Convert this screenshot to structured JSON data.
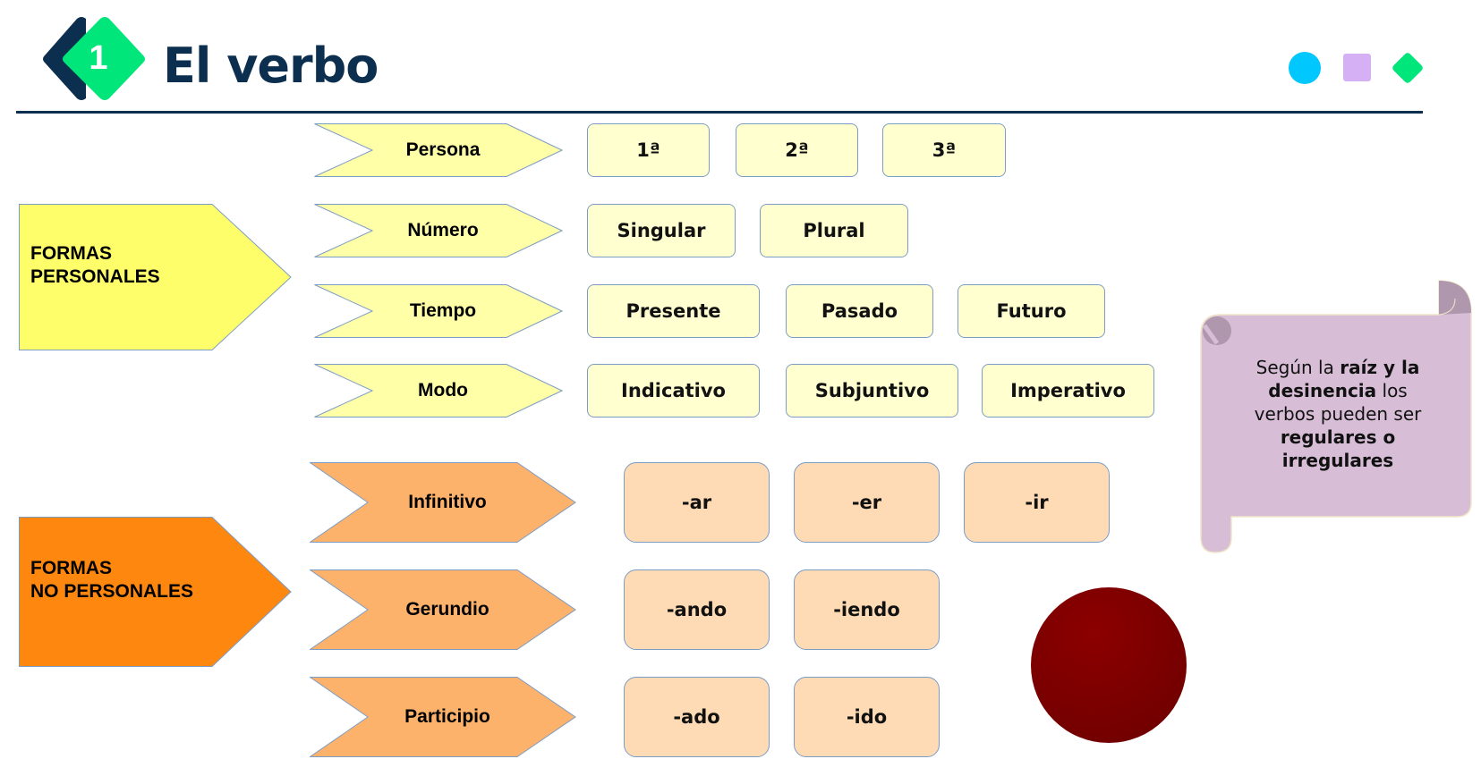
{
  "header": {
    "number": "1",
    "title": "El verbo"
  },
  "colors": {
    "navy": "#0d2f4f",
    "green": "#00e67a",
    "cyan": "#00c8ff",
    "lilac": "#d6b0f5",
    "yellow": "#fefe6a",
    "orange": "#fd870f",
    "lightYellow": "#ffffa8",
    "lightOrange": "#fdb26c",
    "scroll": "#d7bed6",
    "circle": "#7a0000"
  },
  "personales": {
    "label_line1": "FORMAS",
    "label_line2": "PERSONALES",
    "rows": [
      {
        "label": "Persona",
        "items": [
          "1ª",
          "2ª",
          "3ª"
        ]
      },
      {
        "label": "Número",
        "items": [
          "Singular",
          "Plural"
        ]
      },
      {
        "label": "Tiempo",
        "items": [
          "Presente",
          "Pasado",
          "Futuro"
        ]
      },
      {
        "label": "Modo",
        "items": [
          "Indicativo",
          "Subjuntivo",
          "Imperativo"
        ]
      }
    ]
  },
  "no_personales": {
    "label_line1": "FORMAS",
    "label_line2": "NO PERSONALES",
    "rows": [
      {
        "label": "Infinitivo",
        "items": [
          "-ar",
          "-er",
          "-ir"
        ]
      },
      {
        "label": "Gerundio",
        "items": [
          "-ando",
          "-iendo"
        ]
      },
      {
        "label": "Participio",
        "items": [
          "-ado",
          "-ido"
        ]
      }
    ]
  },
  "note": {
    "t1": "Según la ",
    "b1": "raíz y la desinencia",
    "t2": " los verbos pueden ser ",
    "b2": "regulares o irregulares"
  }
}
